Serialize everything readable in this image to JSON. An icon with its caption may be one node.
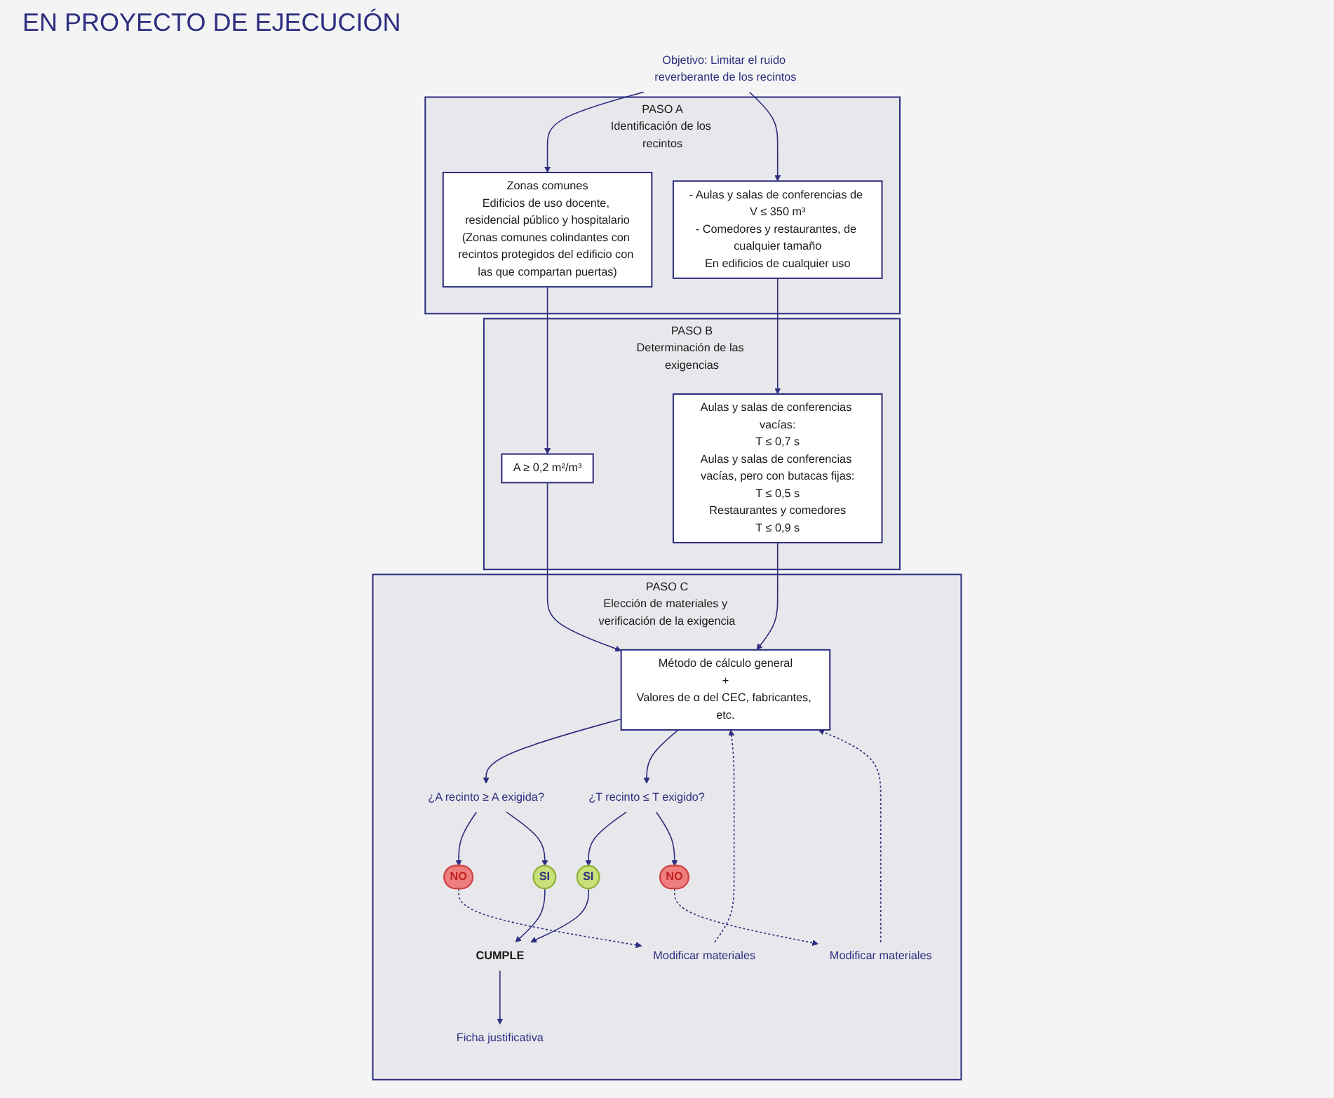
{
  "diagram": {
    "title": "EN PROYECTO DE EJECUCIÓN",
    "nodes": [
      {
        "text": [
          "Objetivo: Limitar el ruido reverberante de los recintos"
        ]
      },
      {
        "text": [
          "PASO A",
          "Identificación de los recintos"
        ]
      },
      {
        "text": [
          "Zonas comunes",
          "Edificios de uso docente, residencial público y hospitalario",
          "(Zonas comunes colindantes con recintos protegidos del edificio con las que compartan puertas)"
        ],
        "in": 1
      },
      {
        "text": [
          "- Aulas y salas de conferencias de V ≤ 350 m³",
          "- Comedores y restaurantes, de cualquier tamaño",
          "En edificios de cualquier uso"
        ],
        "in": 1
      },
      {
        "text": [
          "PASO B",
          "Determinación de las exigencias"
        ]
      },
      {
        "text": [
          "A ≥ 0,2 m²/m³"
        ],
        "in": 4
      },
      {
        "text": [
          "Aulas y salas de conferencias vacías:",
          "T ≤ 0,7 s",
          "Aulas y salas de conferencias vacías, pero con butacas fijas:",
          "T ≤ 0,5 s",
          "Restaurantes y comedores",
          "T ≤ 0,9 s"
        ],
        "in": 4
      },
      {
        "text": [
          "PASO C",
          "Elección de materiales y verificación de la exigencia"
        ]
      },
      {
        "text": [
          "Método de cálculo general",
          "+",
          "Valores de α del CEC, fabricantes, etc."
        ],
        "in": 7
      },
      {
        "text": [
          "¿A recinto ≥ A exigida?"
        ],
        "in": 7
      },
      {
        "text": [
          "¿T recinto ≤ T exigido?"
        ],
        "in": 7
      },
      {
        "text": [
          "Modificar materiales"
        ],
        "in": 7
      },
      {
        "text": [
          "Modificar materiales"
        ],
        "in": 7
      },
      {
        "text": [
          "NO"
        ],
        "in": 7
      },
      {
        "text": [
          "SI"
        ],
        "in": 7
      },
      {
        "text": [
          "CUMPLE"
        ],
        "in": 7
      },
      {
        "text": [
          "SI"
        ],
        "in": 7
      },
      {
        "text": [
          "NO"
        ],
        "in": 7
      },
      {
        "text": [
          "Ficha justificativa"
        ],
        "in": 7
      }
    ],
    "edges": [
      {
        "from": 0,
        "to": 2,
        "arrow": "to"
      },
      {
        "from": 0,
        "to": 3,
        "arrow": "to"
      },
      {
        "from": 2,
        "to": 5,
        "arrow": "to"
      },
      {
        "from": 3,
        "to": 6,
        "arrow": "to"
      },
      {
        "from": 5,
        "to": 8,
        "arrow": "to"
      },
      {
        "from": 6,
        "to": 8,
        "arrow": "to"
      },
      {
        "from": 8,
        "to": 9,
        "arrow": "to"
      },
      {
        "from": 8,
        "to": 10,
        "arrow": "to"
      },
      {
        "from": 9,
        "to": 13,
        "arrow": "to"
      },
      {
        "from": 9,
        "to": 14,
        "arrow": "to"
      },
      {
        "from": 10,
        "to": 16,
        "arrow": "to"
      },
      {
        "from": 10,
        "to": 17,
        "arrow": "to"
      },
      {
        "from": 14,
        "to": 15,
        "arrow": "to"
      },
      {
        "from": 16,
        "to": 15,
        "arrow": "to"
      },
      {
        "from": 13,
        "to": 11,
        "arrow": "to",
        "style": "dashed"
      },
      {
        "from": 11,
        "to": 8,
        "arrow": "to",
        "style": "dashed"
      },
      {
        "from": 17,
        "to": 12,
        "arrow": "to",
        "style": "dashed"
      },
      {
        "from": 12,
        "to": 8,
        "arrow": "to",
        "style": "dashed"
      },
      {
        "from": 15,
        "to": 18,
        "arrow": "to"
      }
    ]
  }
}
